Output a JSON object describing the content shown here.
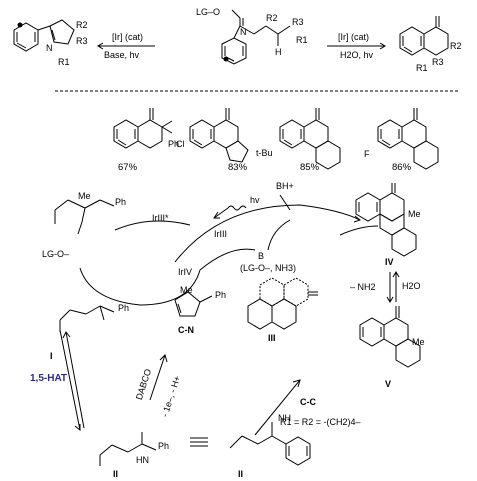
{
  "top": {
    "reagent_left_1": "[Ir] (cat)",
    "reagent_left_2": "Base, hv",
    "reagent_right_1": "[Ir] (cat)",
    "reagent_right_2": "H2O, hv",
    "substrate_lg": "LG–O",
    "n_atom": "N",
    "r1": "R1",
    "r2": "R2",
    "r3": "R3",
    "h_atom": "H"
  },
  "products": [
    {
      "yield": "67%",
      "sub": "Ph"
    },
    {
      "yield": "83%",
      "sub": "Cl"
    },
    {
      "yield": "85%",
      "sub": "t-Bu"
    },
    {
      "yield": "86%",
      "sub": "F"
    }
  ],
  "mechanism": {
    "hv": "hv",
    "ir_star": "IrIII*",
    "ir_iii": "IrIII",
    "ir_iv": "IrIV",
    "bh_plus": "BH+",
    "lg_o_minus": "LG-O–",
    "b": "B",
    "b_detail": "(LG-O–, NH3)",
    "nh2_loss": "– NH2",
    "h2o": "H2O",
    "hat": "1,5-HAT",
    "dabco": "DABCO",
    "ox": "- 1e–, - H+",
    "cn_label": "C-N",
    "cc_label": "C-C",
    "r_def": "R1 = R2 = -(CH2)4–",
    "labels": {
      "I": "I",
      "II": "II",
      "II_b": "II",
      "III": "III",
      "IV": "IV",
      "V": "V"
    },
    "me": "Me",
    "ph": "Ph",
    "nh": "NH",
    "hn": "HN"
  }
}
